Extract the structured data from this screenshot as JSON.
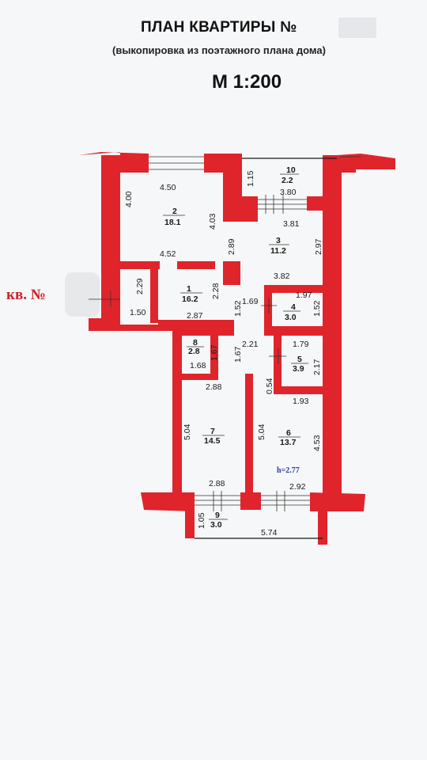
{
  "header": {
    "title": "ПЛАН КВАРТИРЫ №",
    "subtitle": "(выкопировка из поэтажного плана дома)",
    "scale": "М 1:200"
  },
  "side_label": "кв. №",
  "height_label": "h=2.77",
  "rooms": [
    {
      "id": "1",
      "num": "1",
      "area": "16.2"
    },
    {
      "id": "2",
      "num": "2",
      "area": "18.1"
    },
    {
      "id": "3",
      "num": "3",
      "area": "11.2"
    },
    {
      "id": "4",
      "num": "4",
      "area": "3.0"
    },
    {
      "id": "5",
      "num": "5",
      "area": "3.9"
    },
    {
      "id": "6",
      "num": "6",
      "area": "13.7"
    },
    {
      "id": "7",
      "num": "7",
      "area": "14.5"
    },
    {
      "id": "8",
      "num": "8",
      "area": "2.8"
    },
    {
      "id": "9",
      "num": "9",
      "area": "3.0"
    },
    {
      "id": "10",
      "num": "10",
      "area": "2.2"
    }
  ],
  "dimensions": [
    "4.50",
    "4.00",
    "4.03",
    "4.52",
    "2.29",
    "1.50",
    "2.28",
    "2.87",
    "1.15",
    "3.80",
    "3.81",
    "2.97",
    "2.89",
    "3.82",
    "1.69",
    "1.52",
    "1.97",
    "1.52",
    "2.21",
    "1.79",
    "2.17",
    "1.67",
    "1.67",
    "1.68",
    "2.88",
    "0.54",
    "1.93",
    "5.04",
    "5.04",
    "4.53",
    "2.88",
    "2.92",
    "1.05",
    "5.74"
  ]
}
